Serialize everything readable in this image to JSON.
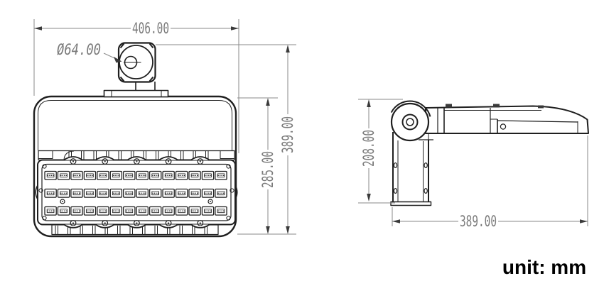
{
  "unit_note": "unit: mm",
  "colors": {
    "outline": "#1f1f1f",
    "dimension_line": "#8a8a8a",
    "dimension_text": "#7b7b7b",
    "arrowhead": "#3a3a3a",
    "background": "#ffffff"
  },
  "front_view": {
    "dimensions": {
      "overall_width": "406.00",
      "bracket_diameter": "Ø64.00",
      "housing_height": "285.00",
      "overall_height": "389.00"
    },
    "led_grid": {
      "rows": 3,
      "columns": 14,
      "leds_per_module": 4
    }
  },
  "side_view": {
    "dimensions": {
      "bracket_height": "208.00",
      "overall_depth": "389.00"
    }
  }
}
